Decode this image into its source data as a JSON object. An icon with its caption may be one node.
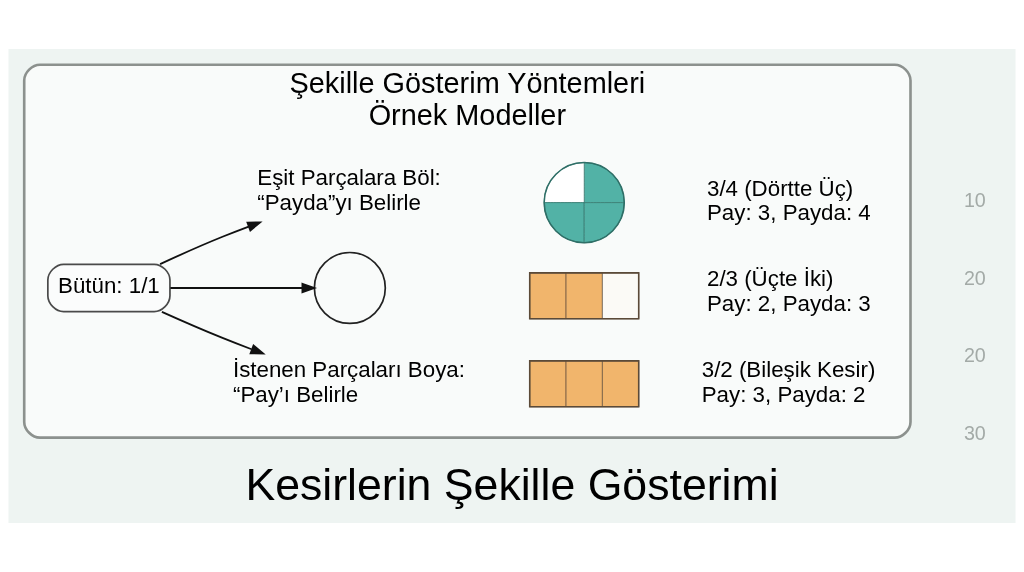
{
  "diagram": {
    "title": "Kesirlerin Şekille Gösterimi",
    "nodes": [
      {
        "text": [
          "Şekille Gösterim Yöntemleri",
          "Örnek Modeller"
        ]
      },
      {
        "text": [
          "Bütün: 1/1"
        ],
        "in": 0
      },
      {
        "text": [
          "Eşit Parçalara Böl: “Payda”yı Belirle"
        ],
        "in": 0
      },
      {
        "text": [],
        "shape": "circle",
        "in": 0
      },
      {
        "text": [
          "İstenen Parçaları Boya: “Pay’ı Belirle"
        ],
        "in": 0
      },
      {
        "text": [],
        "shape": "circle",
        "in": 0,
        "beside": [
          "3/4 (Dörtte Üç)",
          "Pay: 3, Payda: 4"
        ]
      },
      {
        "text": [],
        "shape": "box",
        "in": 0,
        "beside": [
          "2/3 (Üçte İki)",
          "Pay: 2, Payda: 3"
        ]
      },
      {
        "text": [],
        "shape": "box",
        "in": 0,
        "beside": [
          "3/2 (Bileşik Kesir)",
          "Pay: 3, Payda: 2"
        ]
      }
    ],
    "edges": [
      {
        "from": 1,
        "to": 2,
        "arrow": "to"
      },
      {
        "from": 1,
        "to": 3,
        "arrow": "to"
      },
      {
        "from": 1,
        "to": 4,
        "arrow": "to"
      }
    ],
    "labels": [
      "10",
      "20",
      "20",
      "30"
    ]
  }
}
